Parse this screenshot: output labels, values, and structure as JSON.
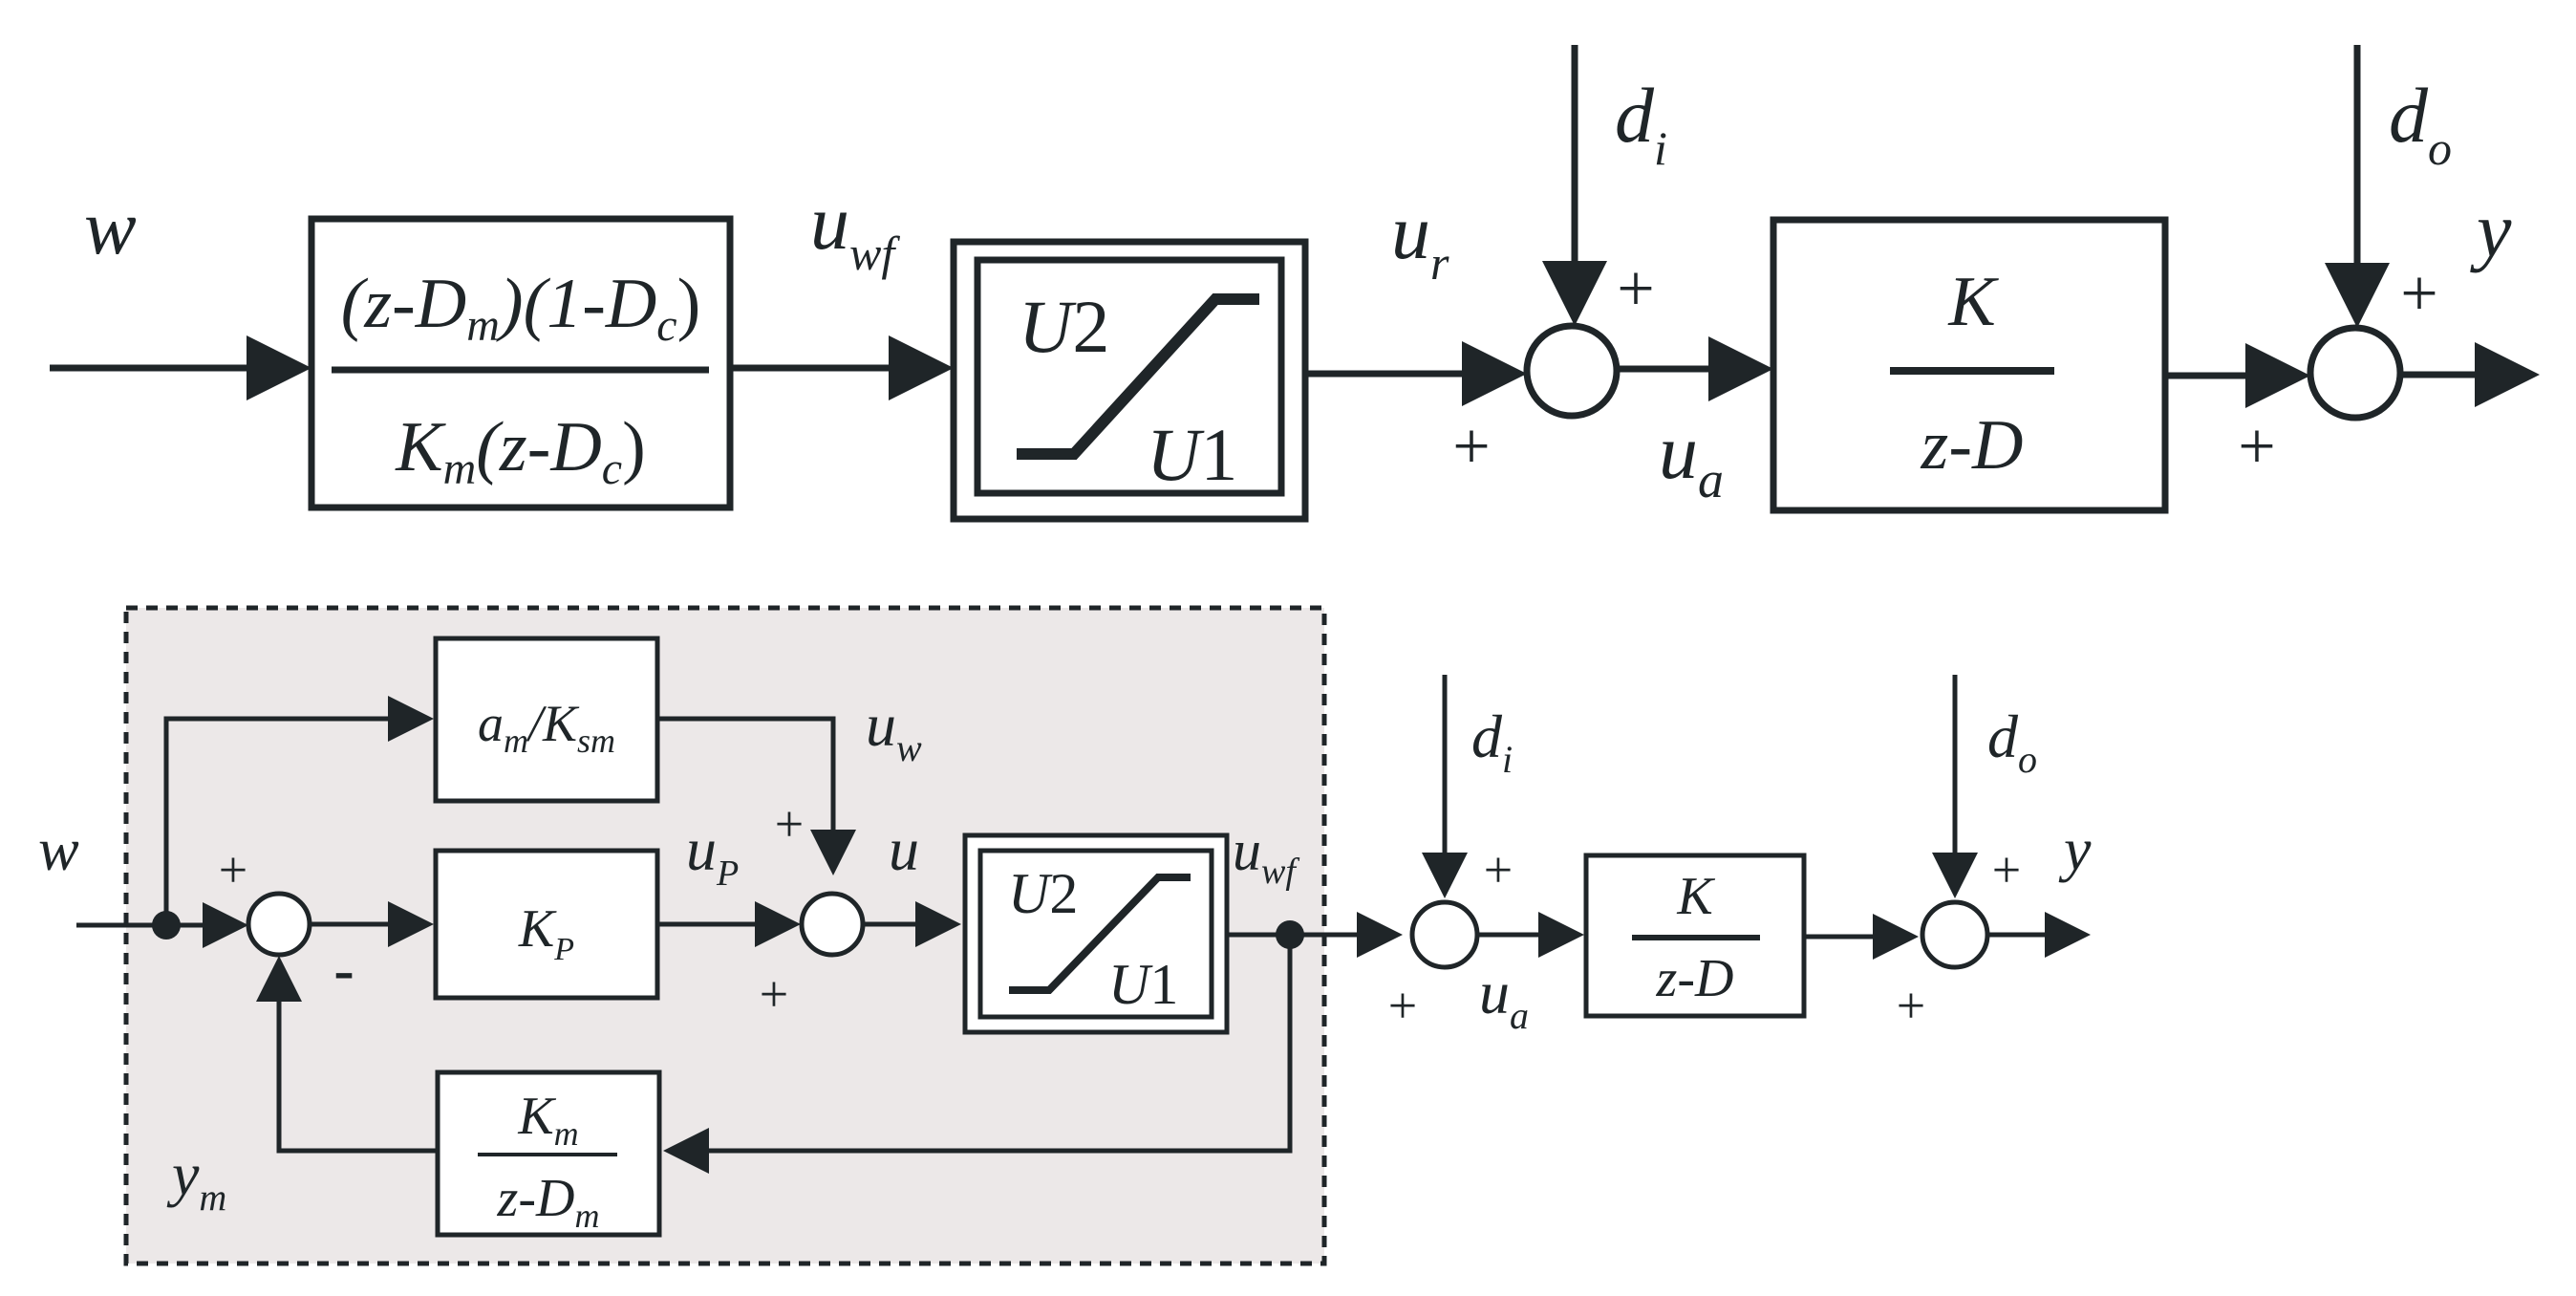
{
  "top_diagram": {
    "input": "w",
    "prefilter": {
      "numerator": [
        "(z-D",
        "m",
        ")(1-D",
        "c",
        ")"
      ],
      "denominator": [
        "K",
        "m",
        "(z-D",
        "c",
        ")"
      ]
    },
    "prefilter_out": [
      "u",
      "wf"
    ],
    "saturation": {
      "upper": [
        "U",
        "2"
      ],
      "lower": [
        "U",
        "1"
      ]
    },
    "saturation_out": [
      "u",
      "r"
    ],
    "input_disturbance": [
      "d",
      "i"
    ],
    "sum1_signs": {
      "top": "+",
      "left": "+"
    },
    "plant_input": [
      "u",
      "a"
    ],
    "plant": {
      "numerator": "K",
      "denominator": "z-D"
    },
    "output_disturbance": [
      "d",
      "o"
    ],
    "sum2_signs": {
      "top": "+",
      "left": "+"
    },
    "output": "y"
  },
  "bottom_diagram": {
    "input": "w",
    "feedforward_block": [
      "a",
      "m",
      "/K",
      "sm"
    ],
    "feedforward_out": [
      "u",
      "w"
    ],
    "gain_block": [
      "K",
      "P"
    ],
    "gain_out": [
      "u",
      "P"
    ],
    "control_signal": "u",
    "saturation": {
      "upper": [
        "U",
        "2"
      ],
      "lower": [
        "U",
        "1"
      ]
    },
    "saturation_out": [
      "u",
      "wf"
    ],
    "model_block": {
      "numerator": [
        "K",
        "m"
      ],
      "denominator": [
        "z-D",
        "m"
      ]
    },
    "model_output": [
      "y",
      "m"
    ],
    "sum_a_signs": {
      "top": "+",
      "bottom": "-"
    },
    "sum_b_signs": {
      "top": "+",
      "bottom": "+"
    },
    "input_disturbance": [
      "d",
      "i"
    ],
    "sum1_signs": {
      "top": "+",
      "bottom": "+"
    },
    "plant_input": [
      "u",
      "a"
    ],
    "plant": {
      "numerator": "K",
      "denominator": "z-D"
    },
    "output_disturbance": [
      "d",
      "o"
    ],
    "sum2_signs": {
      "top": "+",
      "bottom": "+"
    },
    "output": "y"
  },
  "colors": {
    "stroke": "#1f2528",
    "region_fill": "#ece8e8",
    "background": "#ffffff"
  }
}
